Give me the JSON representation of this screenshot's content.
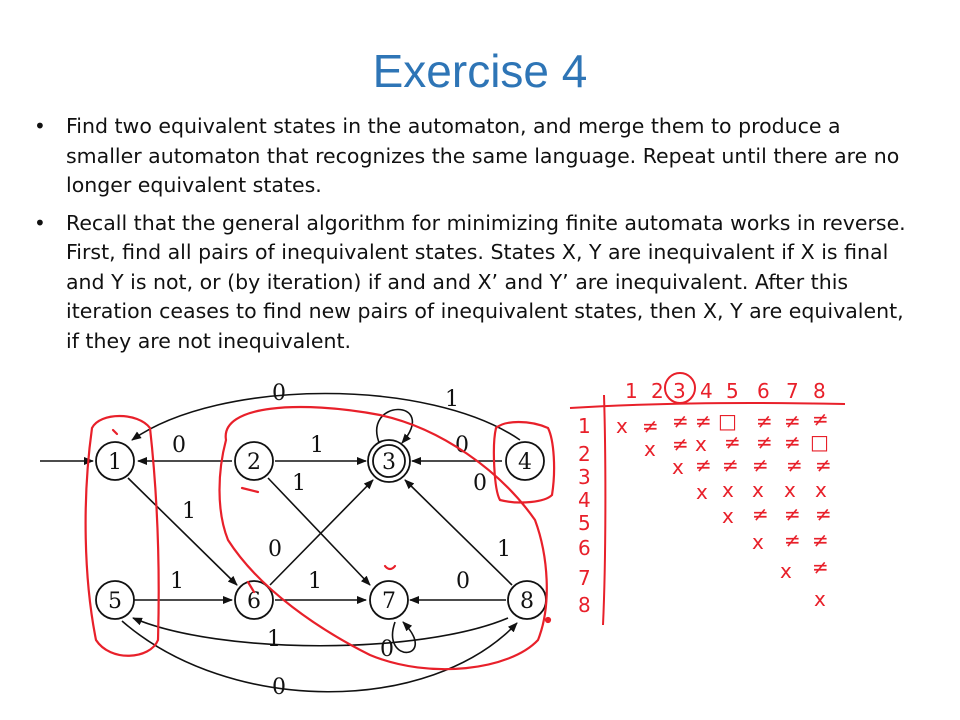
{
  "slide": {
    "title": "Exercise 4",
    "bullets": [
      "Find two equivalent states in the automaton, and merge them to produce a smaller automaton that recognizes the same language. Repeat until there are no longer equivalent states.",
      "Recall that the general algorithm for minimizing finite automata works in reverse. First, find all pairs of inequivalent states. States X, Y are inequivalent if X is final and Y is not, or (by iteration) if  and  and X’ and Y’ are inequivalent. After this iteration ceases to find new pairs of inequivalent states, then X, Y are equivalent, if they are not inequivalent."
    ]
  },
  "automaton": {
    "states": [
      "1",
      "2",
      "3",
      "4",
      "5",
      "6",
      "7",
      "8"
    ],
    "final_state": "3",
    "edge_labels": [
      "0",
      "1",
      "0",
      "1",
      "0",
      "1",
      "0",
      "1",
      "1",
      "0",
      "1",
      "0",
      "1",
      "0",
      "1",
      "0"
    ]
  },
  "handwritten_table": {
    "header": [
      "1",
      "2",
      "3",
      "4",
      "5",
      "6",
      "7",
      "8"
    ],
    "rows": [
      "1",
      "2",
      "3",
      "4",
      "5",
      "6",
      "7",
      "8"
    ],
    "marks": [
      [
        "x",
        "≠",
        "≠",
        "≠",
        "□",
        "≠",
        "≠",
        "≠"
      ],
      [
        "x",
        "≠",
        "x",
        "≠",
        "≠",
        "≠",
        "□"
      ],
      [
        "x",
        "≠",
        "≠",
        "≠",
        "≠",
        "≠"
      ],
      [
        "x",
        "x",
        "x",
        "x",
        "x"
      ],
      [
        "x",
        "≠",
        "≠",
        "≠"
      ],
      [
        "x",
        "≠",
        "≠"
      ],
      [
        "x",
        "≠"
      ],
      [
        "x"
      ]
    ],
    "ink_color": "#E8202A"
  }
}
